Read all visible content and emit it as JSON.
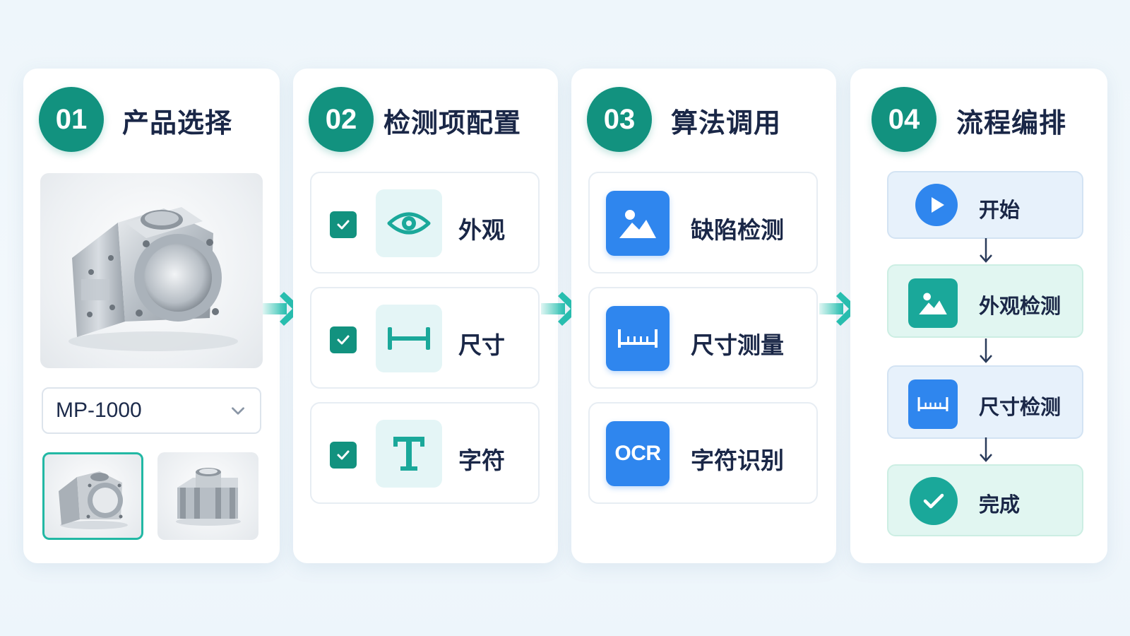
{
  "steps": [
    {
      "number": "01",
      "title": "产品选择"
    },
    {
      "number": "02",
      "title": "检测项配置"
    },
    {
      "number": "03",
      "title": "算法调用"
    },
    {
      "number": "04",
      "title": "流程编排"
    }
  ],
  "product": {
    "selected_model": "MP-1000"
  },
  "inspection_items": [
    {
      "label": "外观",
      "icon": "eye-icon",
      "checked": true
    },
    {
      "label": "尺寸",
      "icon": "dimension-icon",
      "checked": true
    },
    {
      "label": "字符",
      "icon": "text-icon",
      "checked": true
    }
  ],
  "algorithms": [
    {
      "label": "缺陷检测",
      "icon": "image-icon"
    },
    {
      "label": "尺寸测量",
      "icon": "ruler-icon"
    },
    {
      "label": "字符识别",
      "icon_text": "OCR"
    }
  ],
  "flow": [
    {
      "label": "开始",
      "icon": "play-icon"
    },
    {
      "label": "外观检测",
      "icon": "image-icon"
    },
    {
      "label": "尺寸检测",
      "icon": "ruler-icon"
    },
    {
      "label": "完成",
      "icon": "check-icon"
    }
  ],
  "colors": {
    "teal": "#12927f",
    "blue": "#2f86ee",
    "arrow_teal": "#28c0b0",
    "flow_blue_bg": "#e7f1fb",
    "flow_green_bg": "#e1f6f1"
  }
}
